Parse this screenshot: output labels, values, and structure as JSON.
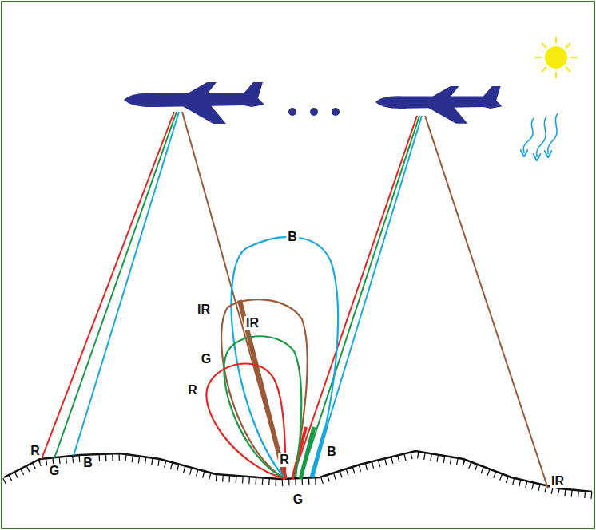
{
  "diagram": {
    "labels": [
      "B",
      "IR",
      "IR",
      "G",
      "R",
      "R",
      "B",
      "G",
      "R",
      "B",
      "G",
      "IR"
    ]
  }
}
